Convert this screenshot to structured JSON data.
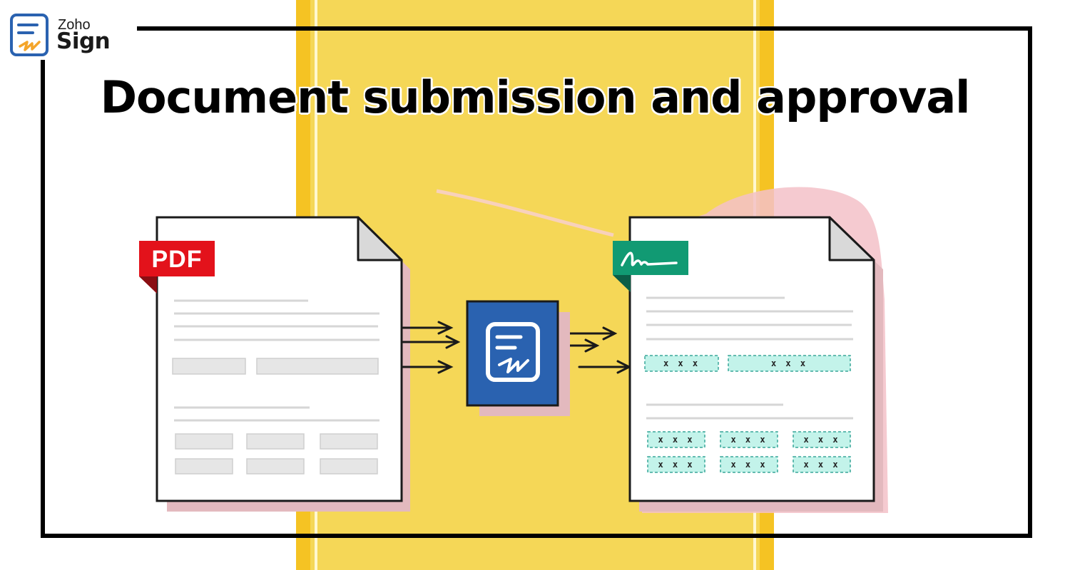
{
  "logo": {
    "brand_top": "Zoho",
    "brand_bottom": "Sign",
    "icon": "zoho-sign-logo-icon"
  },
  "title": "Document submission and approval",
  "source_document": {
    "tag_label": "PDF",
    "tag_color": "#e3121b"
  },
  "center_icon": {
    "icon": "zoho-sign-document-icon",
    "color": "#2a62b0"
  },
  "signed_document": {
    "tag_icon": "signature-icon",
    "tag_color": "#119a73",
    "field_color": "#c3f3ea",
    "fields": [
      "x x x",
      "x x x",
      "x x x",
      "x x x",
      "x x x",
      "x x x",
      "x x x",
      "x x x"
    ]
  },
  "colors": {
    "band": "#f5d757",
    "band_stripe": "#f5c323",
    "frame": "#000000",
    "shadow": "#f0b4bd"
  }
}
